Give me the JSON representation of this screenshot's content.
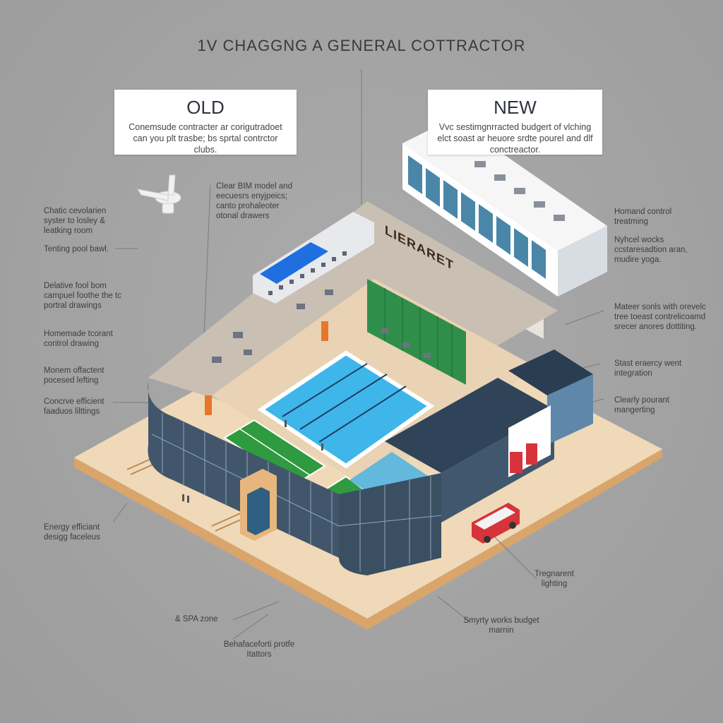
{
  "title": "1V CHAGGNG A GENERAL COTTRACTOR",
  "old_card": {
    "heading": "OLD",
    "text": "Conemsude contracter ar corigutradoet can you plt trasbe; bs sprtal contrctor clubs."
  },
  "new_card": {
    "heading": "NEW",
    "text": "Vvc sestimgnrracted budgert of vlching elct soast ar heuore srdte pourel and dlf conctreactor."
  },
  "sign_text": "LIERARET",
  "callouts": {
    "left": [
      "Chatic cevolarien syster to losley & leatking room",
      "Tenting pool bawl.",
      "Delative fool bom campuel foothe the tc portral drawings",
      "Homemade tcorant control drawing",
      "Monem offactent pocesed lefting",
      "Concrve efficient faaduos lilttings",
      "Energy efficiant desigg faceleus"
    ],
    "center": "Clear BIM model and eecuesrs enyjpeics; canto prohaleoter otonal drawers",
    "right": [
      "Homand control treatming",
      "Nyhcel wocks ccstaresadtion aran, mudire yoga.",
      "Mateer sonls with orevelc tree toeast contrelicoamd srecer anores dottiting.",
      "Stast eraercy went integration",
      "Clearly pourant mangerting"
    ],
    "bottom": [
      "Tregnarent lighting",
      "& SPA zone",
      "Smyrty works budget marnin",
      "Behafaceforti protfe Itattors"
    ]
  },
  "colors": {
    "background": "#a3a3a3",
    "platform_top": "#efd9b8",
    "platform_side": "#d9a56b",
    "glass": "#41566b",
    "pool": "#3fb6ea",
    "court": "#2f9a3f",
    "accent_orange": "#e8762a",
    "roof_navy": "#2f4459"
  }
}
